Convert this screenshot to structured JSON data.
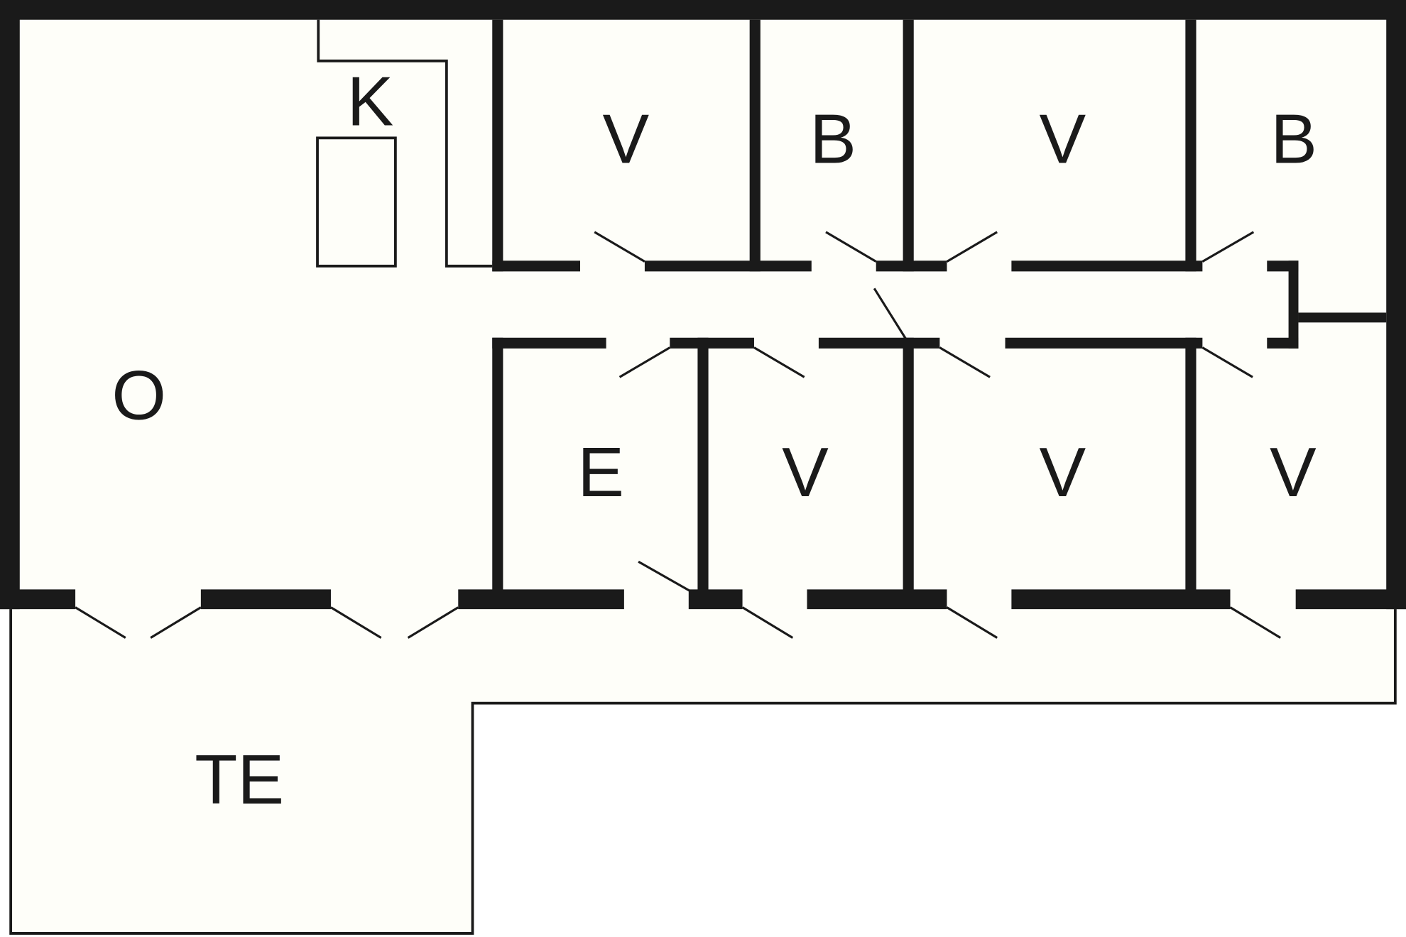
{
  "floor_plan": {
    "colors": {
      "wall": "#1a1a1a",
      "floor": "#fefef9"
    },
    "rooms": {
      "living": "O",
      "kitchen": "K",
      "bedroom_top_1": "V",
      "bathroom_top_1": "B",
      "bedroom_top_2": "V",
      "bathroom_top_2": "B",
      "entrance": "E",
      "bedroom_bottom_1": "V",
      "bedroom_bottom_2": "V",
      "bedroom_bottom_3": "V",
      "terrace": "TE"
    }
  }
}
